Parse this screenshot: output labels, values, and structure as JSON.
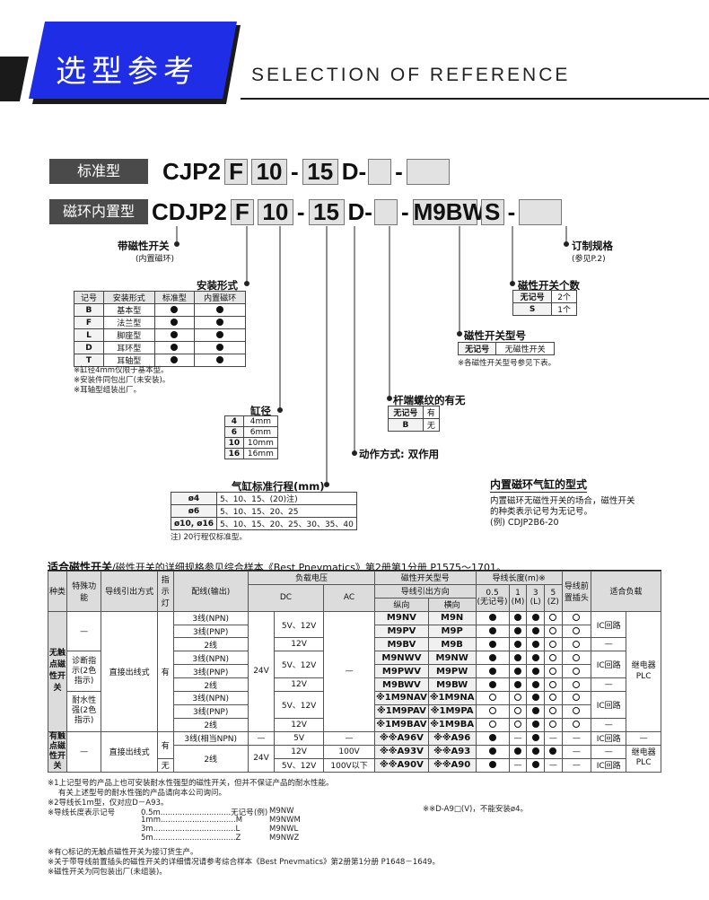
{
  "header": {
    "title_zh": "选型参考",
    "title_en": "SELECTION OF REFERENCE"
  },
  "colors": {
    "banner_blue": "#1f2ee6",
    "banner_dark": "#1a1a1a"
  },
  "code": {
    "std_label": "标准型",
    "std_prefix": "CJP2",
    "mag_label": "磁环内置型",
    "mag_prefix": "CDJP2",
    "f": "F",
    "bore": "10",
    "dash": "-",
    "stroke": "15",
    "d": "D",
    "sw": "M9BW",
    "s": "S"
  },
  "labels": {
    "magnet": "带磁性开关",
    "magnet_sub": "(内置磁环)",
    "custom": "订制规格",
    "custom_sub": "(参见P.2)",
    "mount_title": "安装形式",
    "sw_count_title": "磁性开关个数",
    "sw_model_title": "磁性开关型号",
    "sw_model_note": "※各磁性开关型号参见下表。",
    "rod_title": "杆端螺纹的有无",
    "bore_title": "缸径",
    "action": "动作方式: 双作用",
    "stroke_title": "气缸标准行程(mm)",
    "stroke_note": "注) 20行程仅标准型。",
    "builtin_title": "内置磁环气缸的型式",
    "builtin_text1": "内置磁环无磁性开关的场合，磁性开关",
    "builtin_text2": "的种类表示记号为无记号。",
    "builtin_text3": "(例) CDJP2B6-20"
  },
  "mount_table": {
    "headers": [
      "记号",
      "安装形式",
      "标准型",
      "内置磁环"
    ],
    "rows": [
      [
        "B",
        "基本型"
      ],
      [
        "F",
        "法兰型"
      ],
      [
        "L",
        "脚座型"
      ],
      [
        "D",
        "耳环型"
      ],
      [
        "T",
        "耳轴型"
      ]
    ],
    "notes": [
      "※缸径4mm仅限于基本型。",
      "※安装件同包出厂(未安装)。",
      "※耳轴型组装出厂。"
    ]
  },
  "sw_count_table": {
    "rows": [
      [
        "无记号",
        "2个"
      ],
      [
        "S",
        "1个"
      ]
    ]
  },
  "sw_model_table": {
    "rows": [
      [
        "无记号",
        "无磁性开关"
      ]
    ]
  },
  "rod_table": {
    "rows": [
      [
        "无记号",
        "有"
      ],
      [
        "B",
        "无"
      ]
    ]
  },
  "bore_table": {
    "rows": [
      [
        "4",
        "4mm"
      ],
      [
        "6",
        "6mm"
      ],
      [
        "10",
        "10mm"
      ],
      [
        "16",
        "16mm"
      ]
    ]
  },
  "stroke_table": {
    "rows": [
      [
        "ø4",
        "5、10、15、(20)注)"
      ],
      [
        "ø6",
        "5、10、15、20、25"
      ],
      [
        "ø10, ø16",
        "5、10、15、20、25、30、35、40"
      ]
    ]
  },
  "main": {
    "title_bold": "适合磁性开关",
    "title_rest": "/磁性开关的详细规格参见综合样本《Best Pnevmatics》第2册第1分册 P1575～1701。",
    "h": {
      "kind": "种类",
      "func": "特殊功能",
      "wire_out": "导线引出方式",
      "indicator": "指示灯",
      "wiring": "配线(输出)",
      "load_v": "负载电压",
      "dc": "DC",
      "ac": "AC",
      "model": "磁性开关型号",
      "model_dir": "导线引出方向",
      "vert": "纵向",
      "horiz": "横向",
      "len": "导线长度(m)※",
      "l05": "0.5",
      "l05s": "(无记号)",
      "l1": "1",
      "l1s": "(M)",
      "l3": "3",
      "l3s": "(L)",
      "l5": "5",
      "l5s": "(Z)",
      "pre": "导线前置插头",
      "load": "适合负载"
    },
    "solid_kind": "无触点磁性开关",
    "reed_kind": "有触点磁性开关",
    "diag": "诊断指示(2色指示)",
    "water": "耐水性强(2色指示)",
    "none": "—",
    "direct": "直接出线式",
    "yes": "有",
    "no": "无",
    "v24": "24V",
    "v512": "5V、12V",
    "v12": "12V",
    "v5": "5V",
    "v100": "100V",
    "v100l": "100V以下",
    "ic": "IC回路",
    "relay": "继电器PLC",
    "solid_rows": [
      {
        "w": "3线(NPN)",
        "v": "M9NV",
        "h": "M9N"
      },
      {
        "w": "3线(PNP)",
        "v": "M9PV",
        "h": "M9P"
      },
      {
        "w": "2线",
        "v": "M9BV",
        "h": "M9B"
      },
      {
        "w": "3线(NPN)",
        "v": "M9NWV",
        "h": "M9NW"
      },
      {
        "w": "3线(PNP)",
        "v": "M9PWV",
        "h": "M9PW"
      },
      {
        "w": "2线",
        "v": "M9BWV",
        "h": "M9BW"
      },
      {
        "w": "3线(NPN)",
        "v": "※1M9NAV",
        "h": "※1M9NA"
      },
      {
        "w": "3线(PNP)",
        "v": "※1M9PAV",
        "h": "※1M9PA"
      },
      {
        "w": "2线",
        "v": "※1M9BAV",
        "h": "※1M9BA"
      }
    ],
    "reed_rows": [
      {
        "w": "3线(相当NPN)",
        "v": "※※A96V",
        "h": "※※A96"
      },
      {
        "w": "2线",
        "v": "※※A93V",
        "h": "※※A93"
      },
      {
        "w": "2线",
        "v": "※※A90V",
        "h": "※※A90"
      }
    ]
  },
  "footnotes": {
    "n1": "※1上记型号的产品上也可安装耐水性强型的磁性开关，但并不保证产品的耐水性能。",
    "n1b": "有关上述型号的耐水性强的产品请向本公司询问。",
    "n2": "※2导线长1m型，仅对应D－A93。",
    "len_intro": "※导线长度表示记号",
    "len1": "0.5m.............................无记号",
    "len2": "1mm...............................M",
    "len3": "3m..................................L",
    "len4": "5m..................................Z",
    "ex": "(例)",
    "ex1": "M9NW",
    "ex2": "M9NWM",
    "ex3": "M9NWL",
    "ex4": "M9NWZ",
    "a9": "※※D-A9□(V)，不能安装ø4。",
    "f1": "※有○标记的无触点磁性开关为接订货生产。",
    "f2": "※关于带导线前置插头的磁性开关的详细情况请参考综合样本《Best Pnevmatics》第2册第1分册 P1648－1649。",
    "f3": "※磁性开关为同包装出厂(未组装)。"
  }
}
